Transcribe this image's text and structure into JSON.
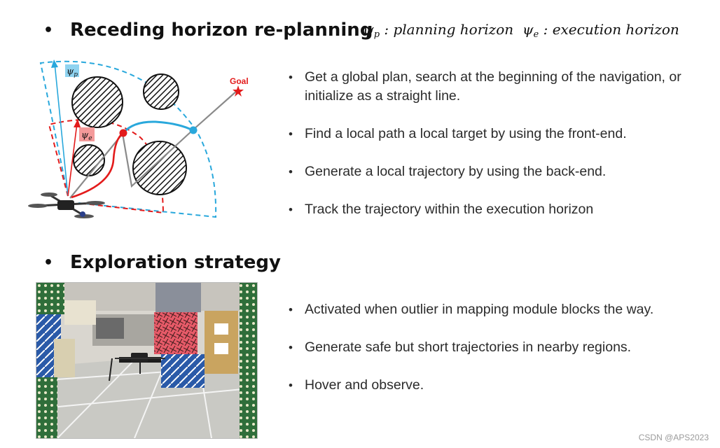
{
  "section1": {
    "bullet": "•",
    "title": "Receding horizon re-planning",
    "formula": {
      "psi": "ψ",
      "p_sub": "p",
      "p_text": " : planning horizon  ",
      "e_sub": "e",
      "e_text": " : execution horizon"
    },
    "bullets": [
      "Get a global plan, search at the beginning of the navigation, or initialize as a straight line.",
      "Find a local path a local target by using the front-end.",
      "Generate a local trajectory by using the back-end.",
      "Track the trajectory within the execution horizon"
    ],
    "diagram": {
      "goal_label": "Goal",
      "psi_p": "ψ",
      "psi_p_sub": "p",
      "psi_e": "ψ",
      "psi_e_sub": "e",
      "colors": {
        "planning": "#29a8dc",
        "execution": "#e31b1b",
        "global_path": "#8a8a8a",
        "psi_p_bg": "#8fd3f0",
        "psi_e_bg": "#f49a9a"
      }
    }
  },
  "section2": {
    "bullet": "•",
    "title": "Exploration strategy",
    "bullets": [
      "Activated when outlier in mapping module blocks the way.",
      "Generate safe but short trajectories in nearby regions.",
      "Hover and observe."
    ]
  },
  "watermark": "CSDN @APS2023"
}
